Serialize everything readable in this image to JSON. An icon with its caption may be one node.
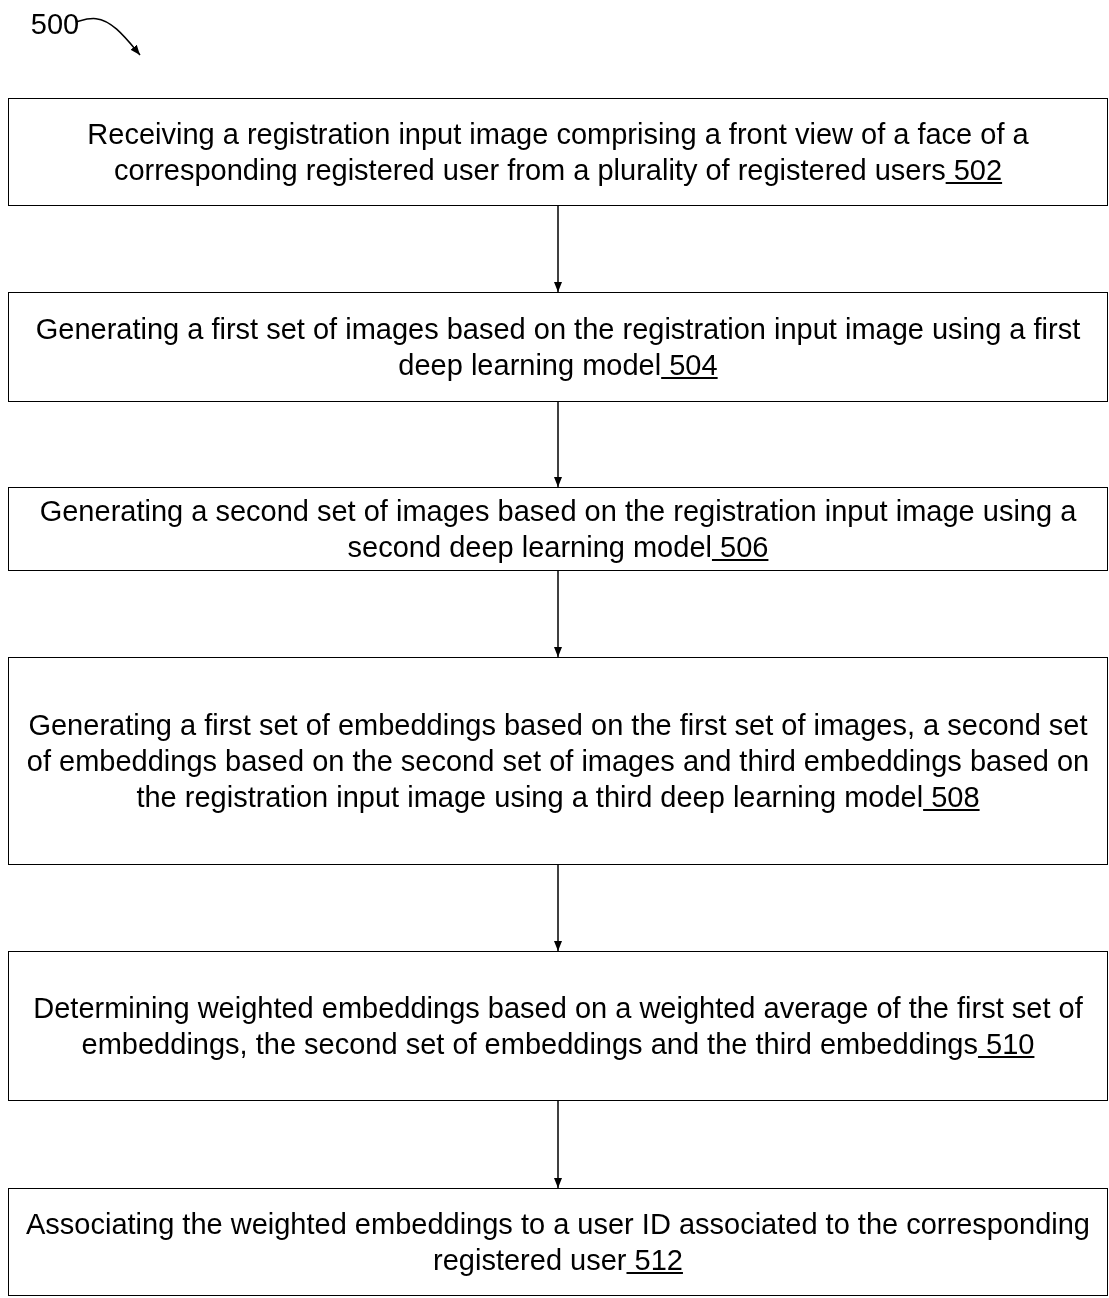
{
  "diagram": {
    "nodes": [
      {
        "text": [
          "500"
        ]
      },
      {
        "text": [
          "Receiving a registration input image comprising a front view of a face of a corresponding registered user from a plurality of registered users",
          "502"
        ]
      },
      {
        "text": [
          "Generating a first set of images based on the registration input image using a first deep learning model",
          "504"
        ]
      },
      {
        "text": [
          "Generating a second set of images based on the registration input image using a second deep learning model",
          "506"
        ]
      },
      {
        "text": [
          "Generating a first set of embeddings based on the first set of images, a second set of embeddings based on the second set of images and third embeddings based on the registration input image using a third deep learning model",
          "508"
        ]
      },
      {
        "text": [
          "Determining weighted embeddings based on a weighted average of the first set of embeddings, the second set of embeddings and the third embeddings",
          "510"
        ]
      },
      {
        "text": [
          "Associating the weighted embeddings to a user ID associated to the corresponding registered user",
          "512"
        ]
      }
    ],
    "edges": [
      {
        "from": 0,
        "to": null,
        "arrow": "to"
      },
      {
        "from": 1,
        "to": 2,
        "arrow": "to"
      },
      {
        "from": 2,
        "to": 3,
        "arrow": "to"
      },
      {
        "from": 3,
        "to": 4,
        "arrow": "to"
      },
      {
        "from": 4,
        "to": 5,
        "arrow": "to"
      },
      {
        "from": 5,
        "to": 6,
        "arrow": "to"
      }
    ]
  }
}
